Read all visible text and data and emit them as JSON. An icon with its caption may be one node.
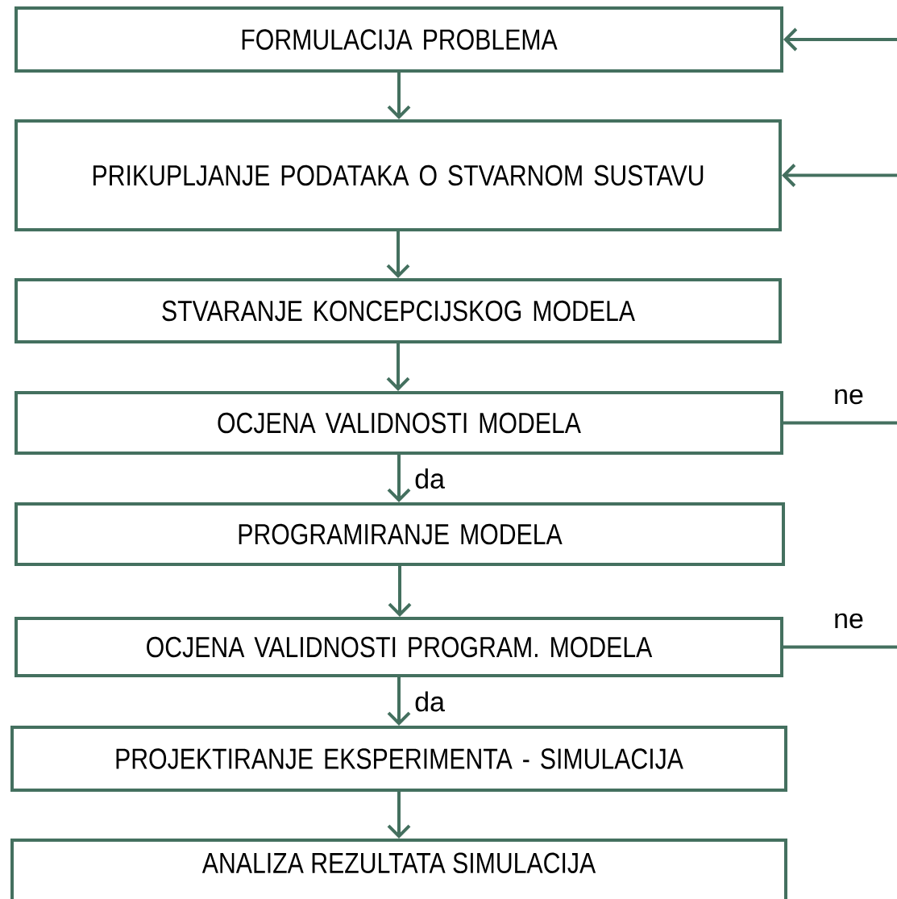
{
  "diagram": {
    "nodes": [
      {
        "text": [
          "FORMULACIJA PROBLEMA"
        ]
      },
      {
        "text": [
          "PRIKUPLJANJE PODATAKA O STVARNOM SUSTAVU"
        ]
      },
      {
        "text": [
          "STVARANJE KONCEPCIJSKOG MODELA"
        ]
      },
      {
        "text": [
          "OCJENA VALIDNOSTI MODELA"
        ]
      },
      {
        "text": [
          "PROGRAMIRANJE MODELA"
        ]
      },
      {
        "text": [
          "OCJENA VALIDNOSTI PROGRAM. MODELA"
        ]
      },
      {
        "text": [
          "PROJEKTIRANJE EKSPERIMENTA - SIMULACIJA"
        ]
      },
      {
        "text": [
          "ANALIZA REZULTATA SIMULACIJA"
        ]
      }
    ],
    "edges": [
      {
        "from": 0,
        "to": 1,
        "arrow": "to"
      },
      {
        "from": 1,
        "to": 2,
        "arrow": "to"
      },
      {
        "from": 2,
        "to": 3,
        "arrow": "to"
      },
      {
        "from": 3,
        "to": 4,
        "arrow": "to",
        "label": "da"
      },
      {
        "from": 4,
        "to": 5,
        "arrow": "to"
      },
      {
        "from": 5,
        "to": 6,
        "arrow": "to",
        "label": "da"
      },
      {
        "from": 6,
        "to": 7,
        "arrow": "to"
      },
      {
        "from": null,
        "to": 0,
        "arrow": "to"
      },
      {
        "from": null,
        "to": 1,
        "arrow": "to"
      },
      {
        "from": 3,
        "to": null,
        "arrow": "none",
        "label": "ne"
      },
      {
        "from": 5,
        "to": null,
        "arrow": "none",
        "label": "ne"
      }
    ]
  }
}
